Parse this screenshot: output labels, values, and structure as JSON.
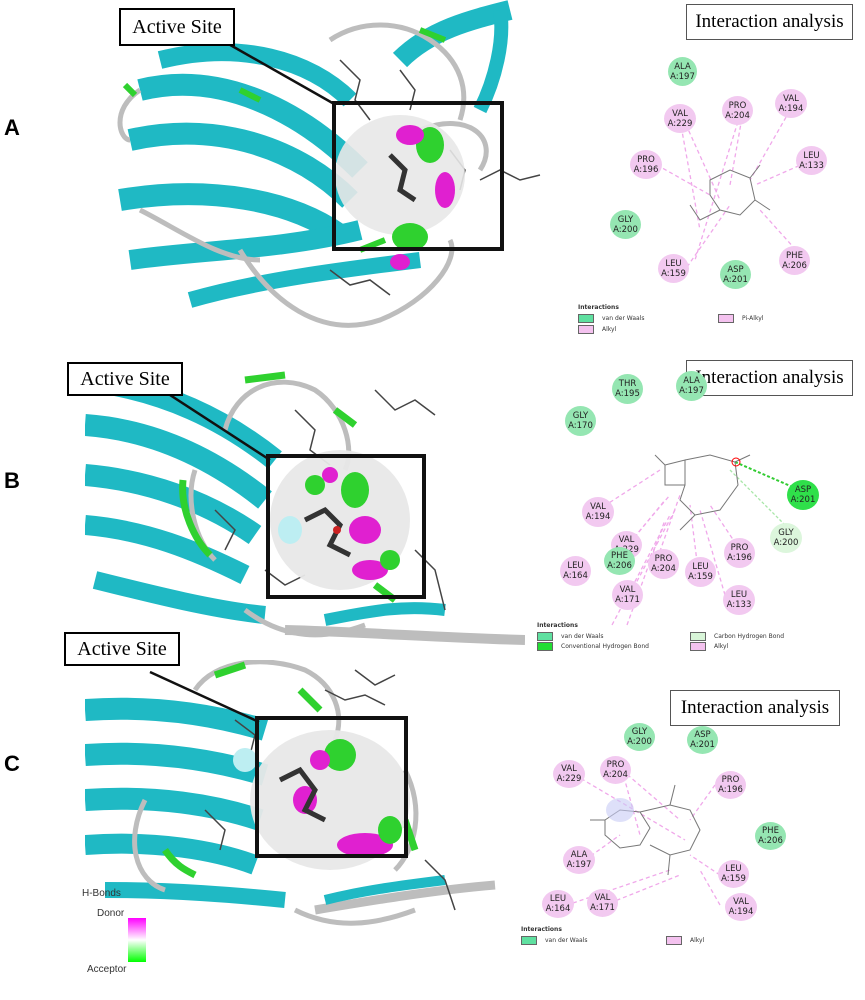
{
  "panels": [
    {
      "label": "A",
      "active_site_label": "Active Site",
      "interaction_title": "Interaction analysis",
      "residues": [
        {
          "name": "ALA",
          "id": "A:197",
          "type": "vdw"
        },
        {
          "name": "VAL",
          "id": "A:229",
          "type": "alkyl"
        },
        {
          "name": "PRO",
          "id": "A:204",
          "type": "alkyl"
        },
        {
          "name": "VAL",
          "id": "A:194",
          "type": "alkyl"
        },
        {
          "name": "PRO",
          "id": "A:196",
          "type": "alkyl"
        },
        {
          "name": "LEU",
          "id": "A:133",
          "type": "alkyl"
        },
        {
          "name": "GLY",
          "id": "A:200",
          "type": "vdw"
        },
        {
          "name": "PHE",
          "id": "A:206",
          "type": "alkyl"
        },
        {
          "name": "LEU",
          "id": "A:159",
          "type": "alkyl"
        },
        {
          "name": "ASP",
          "id": "A:201",
          "type": "vdw"
        }
      ],
      "legend_title": "Interactions",
      "legend": [
        {
          "label": "van der Waals",
          "color": "#5fe0a0"
        },
        {
          "label": "Alkyl",
          "color": "#f4c2ef"
        },
        {
          "label": "Pi-Alkyl",
          "color": "#f4c2ef"
        }
      ]
    },
    {
      "label": "B",
      "active_site_label": "Active Site",
      "interaction_title": "Interaction analysis",
      "residues": [
        {
          "name": "THR",
          "id": "A:195",
          "type": "vdw"
        },
        {
          "name": "ALA",
          "id": "A:197",
          "type": "vdw"
        },
        {
          "name": "GLY",
          "id": "A:170",
          "type": "vdw"
        },
        {
          "name": "ASP",
          "id": "A:201",
          "type": "hb"
        },
        {
          "name": "VAL",
          "id": "A:194",
          "type": "alkyl"
        },
        {
          "name": "GLY",
          "id": "A:200",
          "type": "chb"
        },
        {
          "name": "VAL",
          "id": "A:229",
          "type": "alkyl"
        },
        {
          "name": "PRO",
          "id": "A:196",
          "type": "alkyl"
        },
        {
          "name": "LEU",
          "id": "A:164",
          "type": "alkyl"
        },
        {
          "name": "PHE",
          "id": "A:206",
          "type": "vdw"
        },
        {
          "name": "PRO",
          "id": "A:204",
          "type": "alkyl"
        },
        {
          "name": "LEU",
          "id": "A:159",
          "type": "alkyl"
        },
        {
          "name": "VAL",
          "id": "A:171",
          "type": "alkyl"
        },
        {
          "name": "LEU",
          "id": "A:133",
          "type": "alkyl"
        }
      ],
      "legend_title": "Interactions",
      "legend": [
        {
          "label": "van der Waals",
          "color": "#5fe0a0"
        },
        {
          "label": "Conventional Hydrogen Bond",
          "color": "#22dd33"
        },
        {
          "label": "Carbon Hydrogen Bond",
          "color": "#d8f5d8"
        },
        {
          "label": "Alkyl",
          "color": "#f4c2ef"
        }
      ]
    },
    {
      "label": "C",
      "active_site_label": "Active Site",
      "interaction_title": "Interaction analysis",
      "residues": [
        {
          "name": "GLY",
          "id": "A:200",
          "type": "vdw"
        },
        {
          "name": "ASP",
          "id": "A:201",
          "type": "vdw"
        },
        {
          "name": "VAL",
          "id": "A:229",
          "type": "alkyl"
        },
        {
          "name": "PRO",
          "id": "A:204",
          "type": "alkyl"
        },
        {
          "name": "PRO",
          "id": "A:196",
          "type": "alkyl"
        },
        {
          "name": "PHE",
          "id": "A:206",
          "type": "vdw"
        },
        {
          "name": "ALA",
          "id": "A:197",
          "type": "alkyl"
        },
        {
          "name": "LEU",
          "id": "A:159",
          "type": "alkyl"
        },
        {
          "name": "LEU",
          "id": "A:164",
          "type": "alkyl"
        },
        {
          "name": "VAL",
          "id": "A:171",
          "type": "alkyl"
        },
        {
          "name": "VAL",
          "id": "A:194",
          "type": "alkyl"
        }
      ],
      "legend_title": "Interactions",
      "legend": [
        {
          "label": "van der Waals",
          "color": "#5fe0a0"
        },
        {
          "label": "Alkyl",
          "color": "#f4c2ef"
        }
      ]
    }
  ],
  "hbond_legend": {
    "title": "H-Bonds",
    "top_label": "Donor",
    "bottom_label": "Acceptor",
    "donor_color": "#ff00ff",
    "acceptor_color": "#00ff00"
  },
  "colors": {
    "ribbon": "#1fb9c4",
    "ribbon_dark": "#138f98",
    "coil": "#bdbdbd",
    "green_patch": "#2fd12f",
    "magenta_patch": "#e020d0"
  }
}
